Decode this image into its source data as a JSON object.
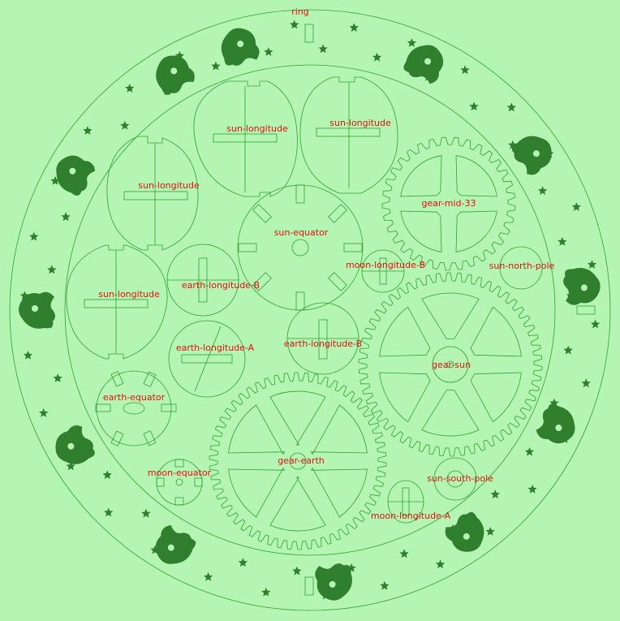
{
  "labels": {
    "ring": "ring",
    "sun_longitude_1": "sun-longitude",
    "sun_longitude_2": "sun-longitude",
    "sun_longitude_3": "sun-longitude",
    "sun_longitude_4": "sun-longitude",
    "sun_equator": "sun-equator",
    "gear_mid_33": "gear-mid-33",
    "moon_longitude_b": "moon-longitude-B",
    "sun_north_pole": "sun-north-pole",
    "earth_longitude_b_1": "earth-longitude-B",
    "earth_longitude_b_2": "earth-longitude-B",
    "earth_longitude_a": "earth-longitude-A",
    "earth_equator": "earth-equator",
    "gear_sun": "gear-sun",
    "moon_equator": "moon-equator",
    "gear_earth": "gear-earth",
    "sun_south_pole": "sun-south-pole",
    "moon_longitude_a": "moon-longitude-A"
  },
  "colors": {
    "background": "#b4f5b4",
    "cut_line": "#33a033",
    "label": "#e01010",
    "engraving": "#2f7f2f"
  },
  "gears": {
    "gear_mid_33_teeth": 33,
    "gear_sun_teeth": 54,
    "gear_earth_teeth": 54
  },
  "zodiac_icons": [
    "pisces-icon",
    "aquarius-icon",
    "capricorn-icon",
    "sagittarius-icon",
    "scorpio-icon",
    "libra-icon",
    "virgo-icon",
    "leo-icon",
    "cancer-icon",
    "gemini-icon",
    "taurus-icon",
    "aries-icon"
  ]
}
